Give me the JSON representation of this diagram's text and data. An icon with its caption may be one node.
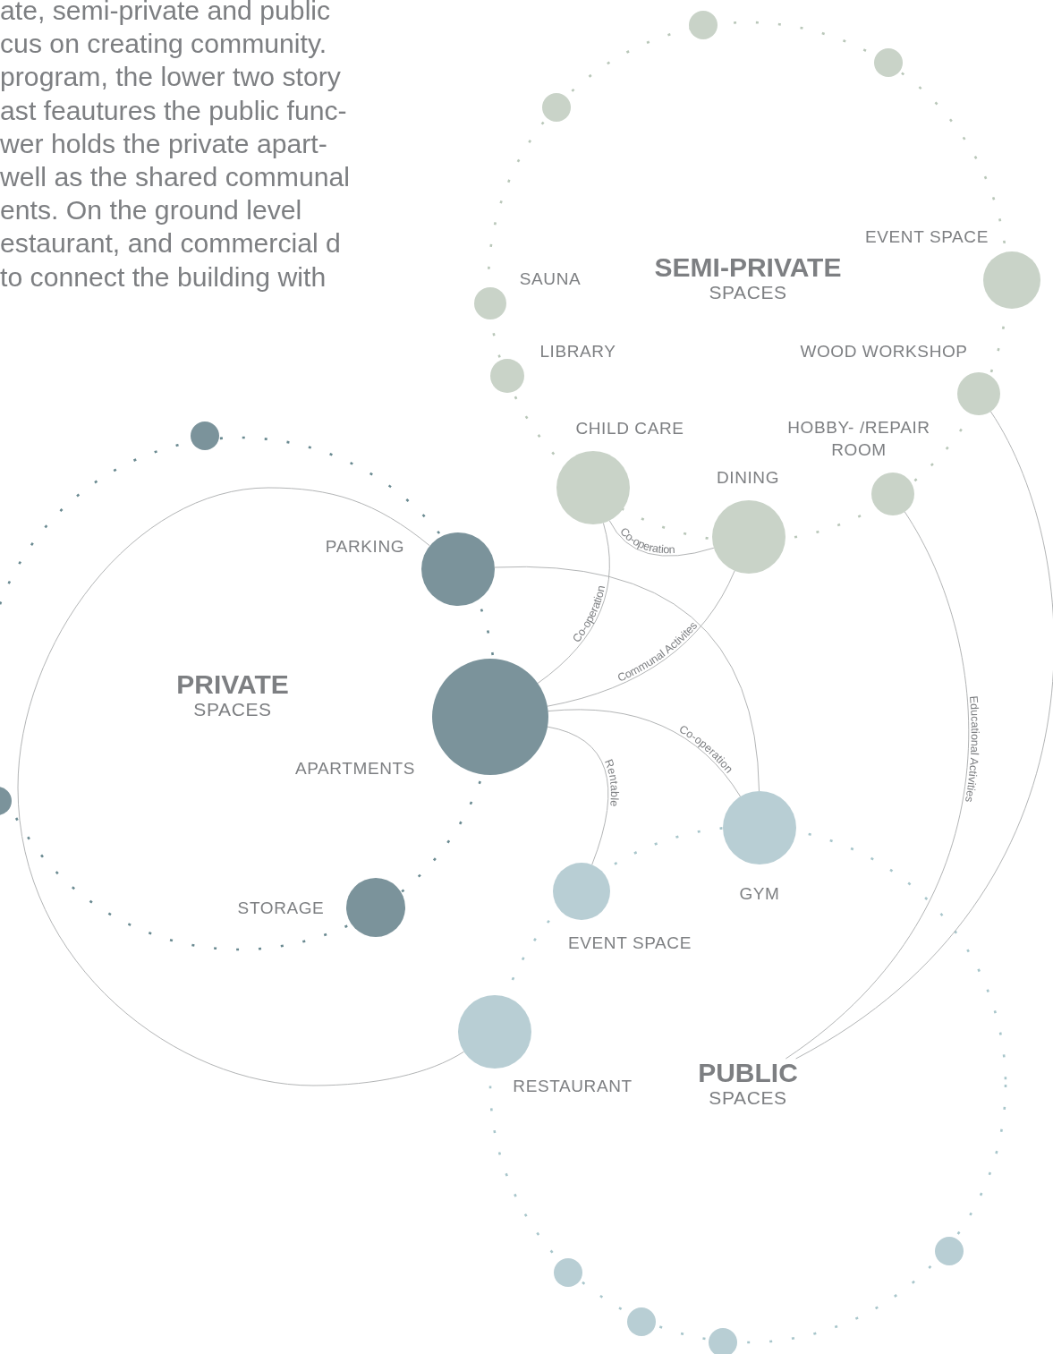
{
  "diagram": {
    "nodes": [
      {
        "text": [
          "PRIVATE",
          "SPACES"
        ]
      },
      {
        "text": [
          "PARKING"
        ]
      },
      {
        "text": [
          "APARTMENTS"
        ]
      },
      {
        "text": [
          "STORAGE"
        ]
      },
      {
        "text": [
          "SEMI-PRIVATE",
          "SPACES"
        ]
      },
      {
        "text": [
          "SAUNA"
        ]
      },
      {
        "text": [
          "LIBRARY"
        ]
      },
      {
        "text": [
          "CHILD CARE"
        ]
      },
      {
        "text": [
          "DINING"
        ]
      },
      {
        "text": [
          "EVENT SPACE"
        ]
      },
      {
        "text": [
          "WOOD WORKSHOP"
        ]
      },
      {
        "text": [
          "HOBBY- /REPAIR ROOM"
        ]
      },
      {
        "text": [
          "PUBLIC",
          "SPACES"
        ]
      },
      {
        "text": [
          "GYM"
        ]
      },
      {
        "text": [
          "EVENT SPACE"
        ]
      },
      {
        "text": [
          "RESTAURANT"
        ]
      },
      {
        "text": [],
        "shape": "circle"
      },
      {
        "text": [],
        "shape": "circle"
      },
      {
        "text": [],
        "shape": "circle"
      },
      {
        "text": [],
        "shape": "circle"
      },
      {
        "text": [],
        "shape": "circle"
      },
      {
        "text": [],
        "shape": "circle"
      },
      {
        "text": [],
        "shape": "circle"
      },
      {
        "text": [],
        "shape": "circle"
      },
      {
        "text": [],
        "shape": "circle"
      }
    ],
    "edges": [
      {
        "from": 2,
        "to": 7,
        "arrow": "none",
        "label": "Co-operation"
      },
      {
        "from": 2,
        "to": 8,
        "arrow": "none",
        "label": "Communal Activites"
      },
      {
        "from": 2,
        "to": 13,
        "arrow": "none",
        "label": "Co-operation"
      },
      {
        "from": 2,
        "to": 14,
        "arrow": "none",
        "label": "Rentable"
      },
      {
        "from": 7,
        "to": 8,
        "arrow": "none",
        "label": "Co-operation"
      },
      {
        "from": 1,
        "to": 13,
        "arrow": "none"
      },
      {
        "from": 1,
        "to": 15,
        "arrow": "none"
      },
      {
        "from": 11,
        "to": 12,
        "arrow": "none",
        "label": "Educational Activities"
      },
      {
        "from": 10,
        "to": 12,
        "arrow": "none"
      }
    ],
    "labels": [
      "ate, semi-private and public cus on creating community. program, the lower two story ast feautures the public func- wer holds the private apart- well as the shared communal ents. On the ground level estaurant, and commercial d to connect the building with"
    ]
  }
}
